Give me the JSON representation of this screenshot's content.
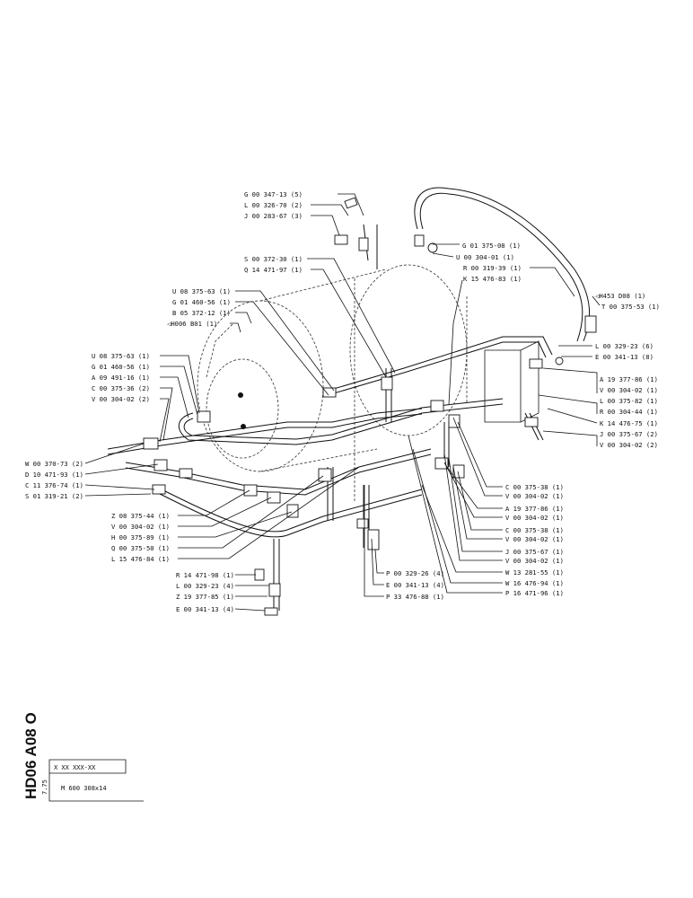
{
  "title_block": {
    "vertical_code": "HD06 A08 O",
    "date": "7.75",
    "ref_code": "X XX XXX-XX",
    "model": "M 600   308x14"
  },
  "labels_top": [
    "G 00 347-13 (5)",
    "L 00 326-70 (2)",
    "J 00 283-67 (3)",
    "S 00 372-30 (1)",
    "Q 14 471-97 (1)",
    "U 08 375-63 (1)",
    "G 01 460-56 (1)",
    "B 05 372-12 (1)",
    "◁H006 B01 (1)"
  ],
  "labels_top_right": [
    "G 01 375-08 (1)",
    "U 00 304-01 (1)",
    "R 00 319-39 (1)",
    "K 15 476-83 (1)"
  ],
  "labels_right": [
    "◁H453 D08 (1)",
    "T 00 375-53 (1)",
    "L 00 329-23 (6)",
    "E 00 341-13 (8)",
    "A 19 377-86 (1)",
    "V 00 304-02 (1)",
    "L 00 375-82 (1)",
    "R 00 304-44 (1)",
    "K 14 476-75 (1)",
    "J 00 375-67 (2)",
    "V 00 304-02 (2)"
  ],
  "labels_left": [
    "U 08 375-63 (1)",
    "G 01 460-56 (1)",
    "A 09 491-16 (1)",
    "C 00 375-36 (2)",
    "V 00 304-02 (2)",
    "W 00 370-73 (2)",
    "D 10 471-93 (1)",
    "C 11 376-74 (1)",
    "S 01 319-21 (2)"
  ],
  "labels_bottom_left": [
    "Z 08 375-44 (1)",
    "V 00 304-02 (1)",
    "H 00 375-89 (1)",
    "Q 00 375-50 (1)",
    "L 15 476-84 (1)"
  ],
  "labels_bottom_right": [
    "C 00 375-38 (1)",
    "V 00 304-02 (1)",
    "A 19 377-86 (1)",
    "V 00 304-02 (1)",
    "C 00 375-38 (1)",
    "V 00 304-02 (1)",
    "J 00 375-67 (1)",
    "V 00 304-02 (1)",
    "W 13 281-55 (1)",
    "W 16 476-94 (1)",
    "P 16 471-96 (1)"
  ],
  "labels_bottom_center": [
    "R 14 471-98 (1)",
    "L 00 329-23 (4)",
    "Z 19 377-85 (1)",
    "E 00 341-13 (4)",
    "P 00 329-26 (4)",
    "E 00 341-13 (4)",
    "P 33 476-88 (1)"
  ]
}
